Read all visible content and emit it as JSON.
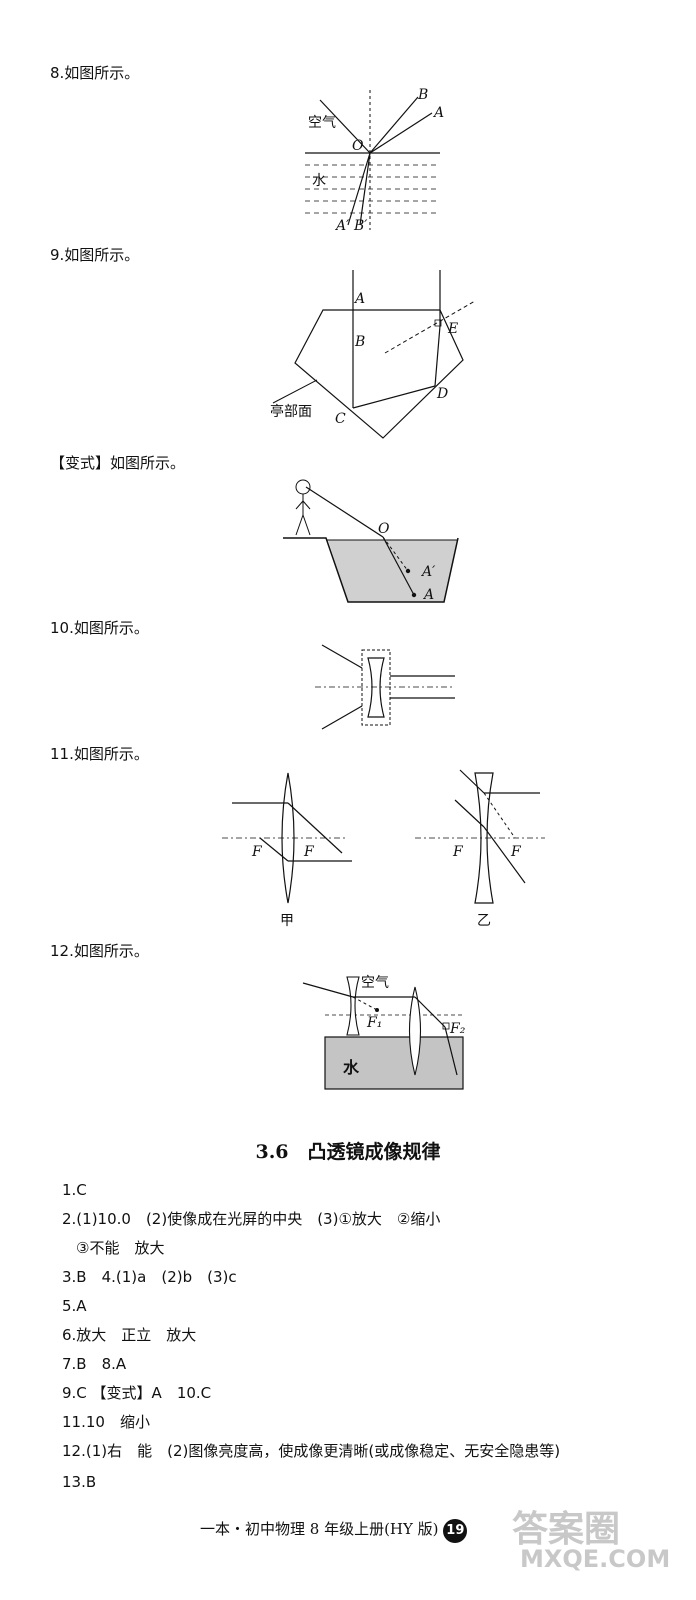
{
  "questions": {
    "q8": "8.如图所示。",
    "q9": "9.如图所示。",
    "variant": "【变式】如图所示。",
    "q10": "10.如图所示。",
    "q11": "11.如图所示。",
    "q12": "12.如图所示。"
  },
  "fig8": {
    "air": "空气",
    "water": "水",
    "O": "O",
    "A": "A",
    "B": "B",
    "A_prime": "A′",
    "B_prime": "B′"
  },
  "fig9": {
    "A": "A",
    "B": "B",
    "C": "C",
    "D": "D",
    "E": "E",
    "pavilion": "亭部面"
  },
  "fig_variant": {
    "O": "O",
    "A": "A",
    "A_prime": "A′"
  },
  "fig11": {
    "F": "F",
    "jia": "甲",
    "yi": "乙"
  },
  "fig12": {
    "air": "空气",
    "water": "水",
    "F1": "F₁",
    "F2": "F₂"
  },
  "section_title": "3.6　凸透镜成像规律",
  "answers": [
    "1.C",
    "2.(1)10.0　(2)使像成在光屏的中央　(3)①放大　②缩小",
    "③不能　放大",
    "3.B　4.(1)a　(2)b　(3)c",
    "5.A",
    "6.放大　正立　放大",
    "7.B　8.A",
    "9.C 【变式】A　10.C",
    "11.10　缩小",
    "12.(1)右　能　(2)图像亮度高，使成像更清晰(或成像稳定、无安全隐患等)",
    "13.B"
  ],
  "footer": {
    "text": "一本・初中物理 8 年级上册(HY 版)",
    "page": "19"
  },
  "watermark": {
    "top": "答案圈",
    "bottom": "MXQE.COM"
  }
}
